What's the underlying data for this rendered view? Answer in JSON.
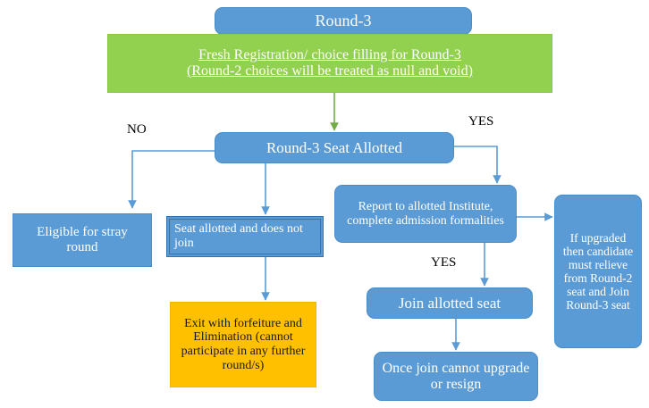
{
  "diagram": {
    "title": "Round-3 Seat Allotment Flowchart",
    "colors": {
      "blue": "#5B9BD5",
      "green": "#92D050",
      "orange": "#FFC000",
      "connector": "#5B9BD5",
      "green_arrow": "#70AD47",
      "label_text": "#000000",
      "node_text": "#FFFFFF",
      "orange_text": "#1A1A1A"
    },
    "nodes": {
      "round3": {
        "text": "Round-3"
      },
      "fresh_registration": {
        "line1": "Fresh Registration/ choice filling for Round-3",
        "line2": "(Round-2 choices will be treated as null and void)"
      },
      "seat_allotted": {
        "text": "Round-3 Seat Allotted"
      },
      "eligible_stray": {
        "text": "Eligible for stray round"
      },
      "not_join": {
        "text": "Seat allotted and does not join"
      },
      "exit_forfeiture": {
        "text": "Exit with forfeiture and Elimination (cannot participate in any further round/s)"
      },
      "report_institute": {
        "text": "Report to allotted Institute, complete admission formalities"
      },
      "join_seat": {
        "text": "Join allotted seat"
      },
      "once_join": {
        "text": "Once join cannot upgrade or resign"
      },
      "if_upgraded": {
        "text": "If upgraded then candidate must relieve from Round-2 seat and Join Round-3 seat"
      }
    },
    "edge_labels": {
      "no": "NO",
      "yes_right": "YES",
      "yes_down": "YES"
    }
  }
}
